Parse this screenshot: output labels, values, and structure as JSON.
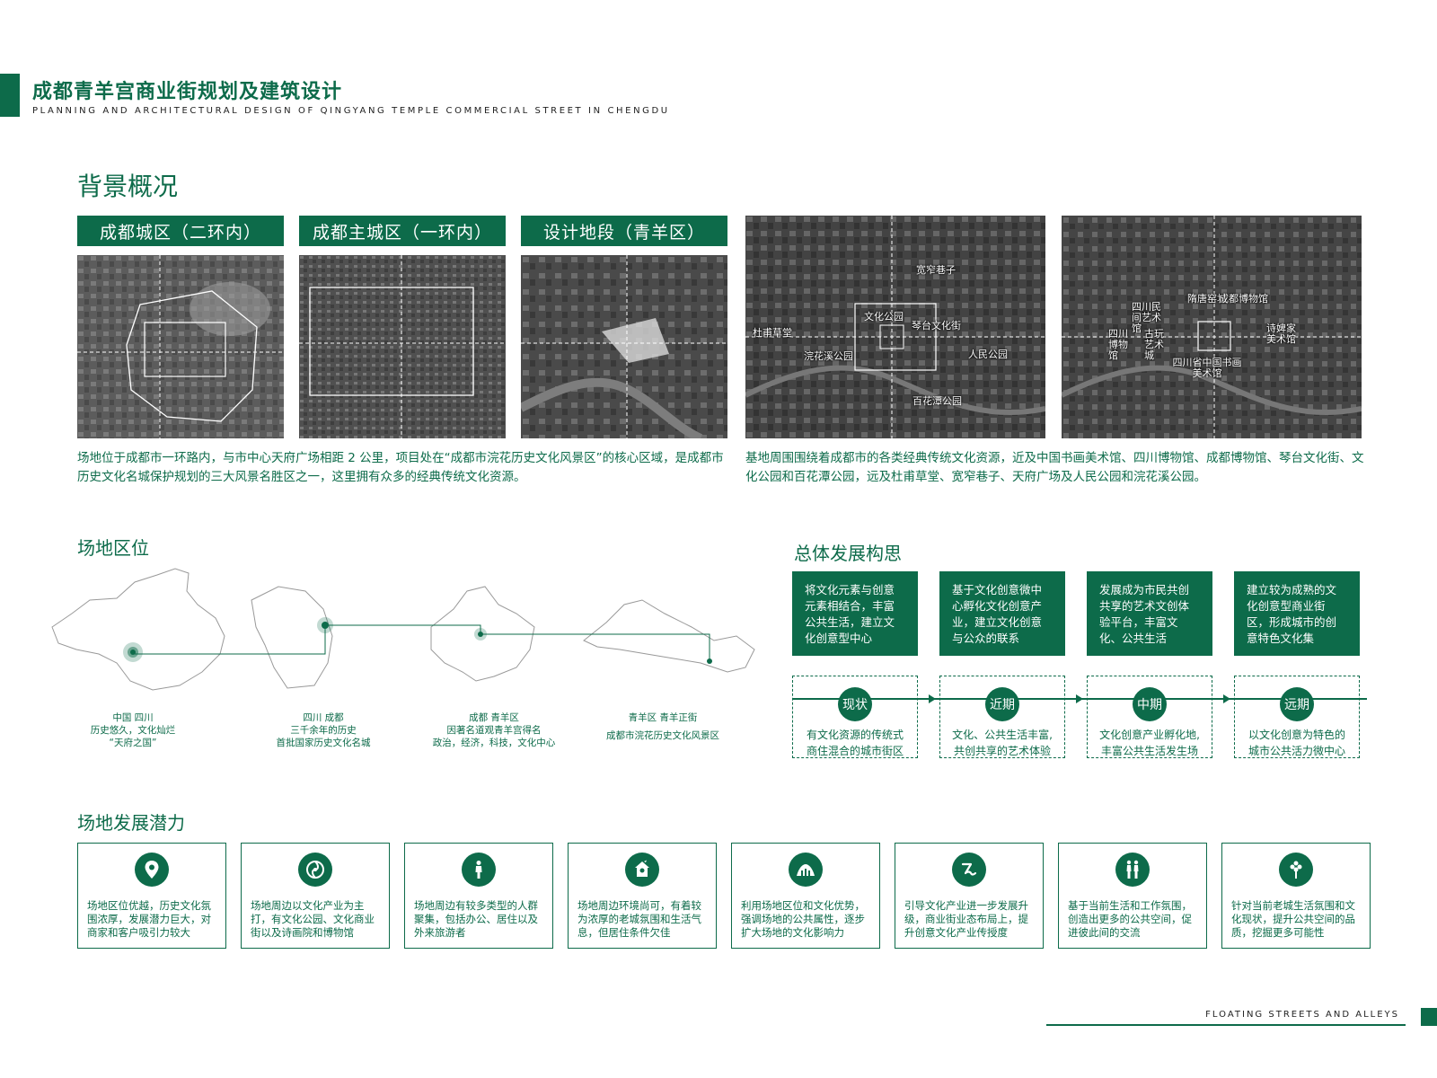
{
  "header": {
    "title_cn": "成都青羊宫商业街规划及建筑设计",
    "title_en": "PLANNING AND ARCHITECTURAL DESIGN OF QINGYANG TEMPLE COMMERCIAL STREET IN CHENGDU"
  },
  "background": {
    "title": "背景概况",
    "maps": [
      {
        "label": "成都城区（二环内）"
      },
      {
        "label": "成都主城区（一环内）"
      },
      {
        "label": "设计地段（青羊区）"
      }
    ],
    "aerial1_places": [
      "宽窄巷子",
      "文化公园",
      "琴台文化街",
      "杜甫草堂",
      "浣花溪公园",
      "人民公园",
      "百花潭公园"
    ],
    "aerial2_places": [
      "隋唐窑址",
      "成都博物馆",
      "四川民间艺术馆",
      "诗婢家美术馆",
      "四川博物馆",
      "古玩艺术城",
      "四川省中国书画美术馆"
    ],
    "para_left": "场地位于成都市一环路内，与市中心天府广场相距 2 公里，项目处在“成都市浣花历史文化风景区”的核心区域，是成都市历史文化名城保护规划的三大风景名胜区之一，这里拥有众多的经典传统文化资源。",
    "para_right": "基地周围围绕着成都市的各类经典传统文化资源，近及中国书画美术馆、四川博物馆、成都博物馆、琴台文化街、文化公园和百花潭公园，远及杜甫草堂、宽窄巷子、天府广场及人民公园和浣花溪公园。"
  },
  "location": {
    "title": "场地区位",
    "captions": [
      {
        "l1": "中国  四川",
        "l2": "历史悠久，文化灿烂",
        "l3": "“天府之国”"
      },
      {
        "l1": "四川  成都",
        "l2": "三千余年的历史",
        "l3": "首批国家历史文化名城"
      },
      {
        "l1": "成都  青羊区",
        "l2": "因著名道观青羊宫得名",
        "l3": "政治，经济，科技，文化中心"
      },
      {
        "l1": "青羊区  青羊正街",
        "l2": "成都市浣花历史文化风景区",
        "l3": ""
      }
    ]
  },
  "development": {
    "title": "总体发展构思",
    "boxes": [
      "将文化元素与创意元素相结合，丰富公共生活，建立文化创意型中心",
      "基于文化创意微中心孵化文化创意产业，建立文化创意与公众的联系",
      "发展成为市民共创共享的艺术文创体验平台，丰富文化、公共生活",
      "建立较为成熟的文化创意型商业街区，形成城市的创意特色文化集"
    ],
    "stages": [
      {
        "name": "现状",
        "l1": "有文化资源的传统式",
        "l2": "商住混合的城市街区"
      },
      {
        "name": "近期",
        "l1": "文化、公共生活丰富,",
        "l2": "共创共享的艺术体验"
      },
      {
        "name": "中期",
        "l1": "文化创意产业孵化地,",
        "l2": "丰富公共生活发生场"
      },
      {
        "name": "远期",
        "l1": "以文化创意为特色的",
        "l2": "城市公共活力微中心"
      }
    ]
  },
  "potential": {
    "title": "场地发展潜力",
    "cards": [
      {
        "icon": "location-pin-icon",
        "text": "场地区位优越，历史文化氛围浓厚，发展潜力巨大，对商家和客户吸引力较大"
      },
      {
        "icon": "swirl-icon",
        "text": "场地周边以文化产业为主打，有文化公园、文化商业街以及诗画院和博物馆"
      },
      {
        "icon": "person-icon",
        "text": "场地周边有较多类型的人群聚集，包括办公、居住以及外来旅游者"
      },
      {
        "icon": "birdhouse-icon",
        "text": "场地周边环境尚可，有着较为浓厚的老城氛围和生活气息，但居住条件欠佳"
      },
      {
        "icon": "landmark-icon",
        "text": "利用场地区位和文化优势，强调场地的公共属性，逐步扩大场地的文化影响力"
      },
      {
        "icon": "ribbon-icon",
        "text": "引导文化产业进一步发展升级，商业街业态布局上，提升创意文化产业传授度"
      },
      {
        "icon": "people-icon",
        "text": "基于当前生活和工作氛围，创造出更多的公共空间，促进彼此间的交流"
      },
      {
        "icon": "tree-icon",
        "text": "针对当前老城生活氛围和文化现状，提升公共空间的品质，挖掘更多可能性"
      }
    ]
  },
  "footer": {
    "text": "FLOATING STREETS AND ALLEYS"
  },
  "colors": {
    "primary": "#0d6b4a"
  }
}
